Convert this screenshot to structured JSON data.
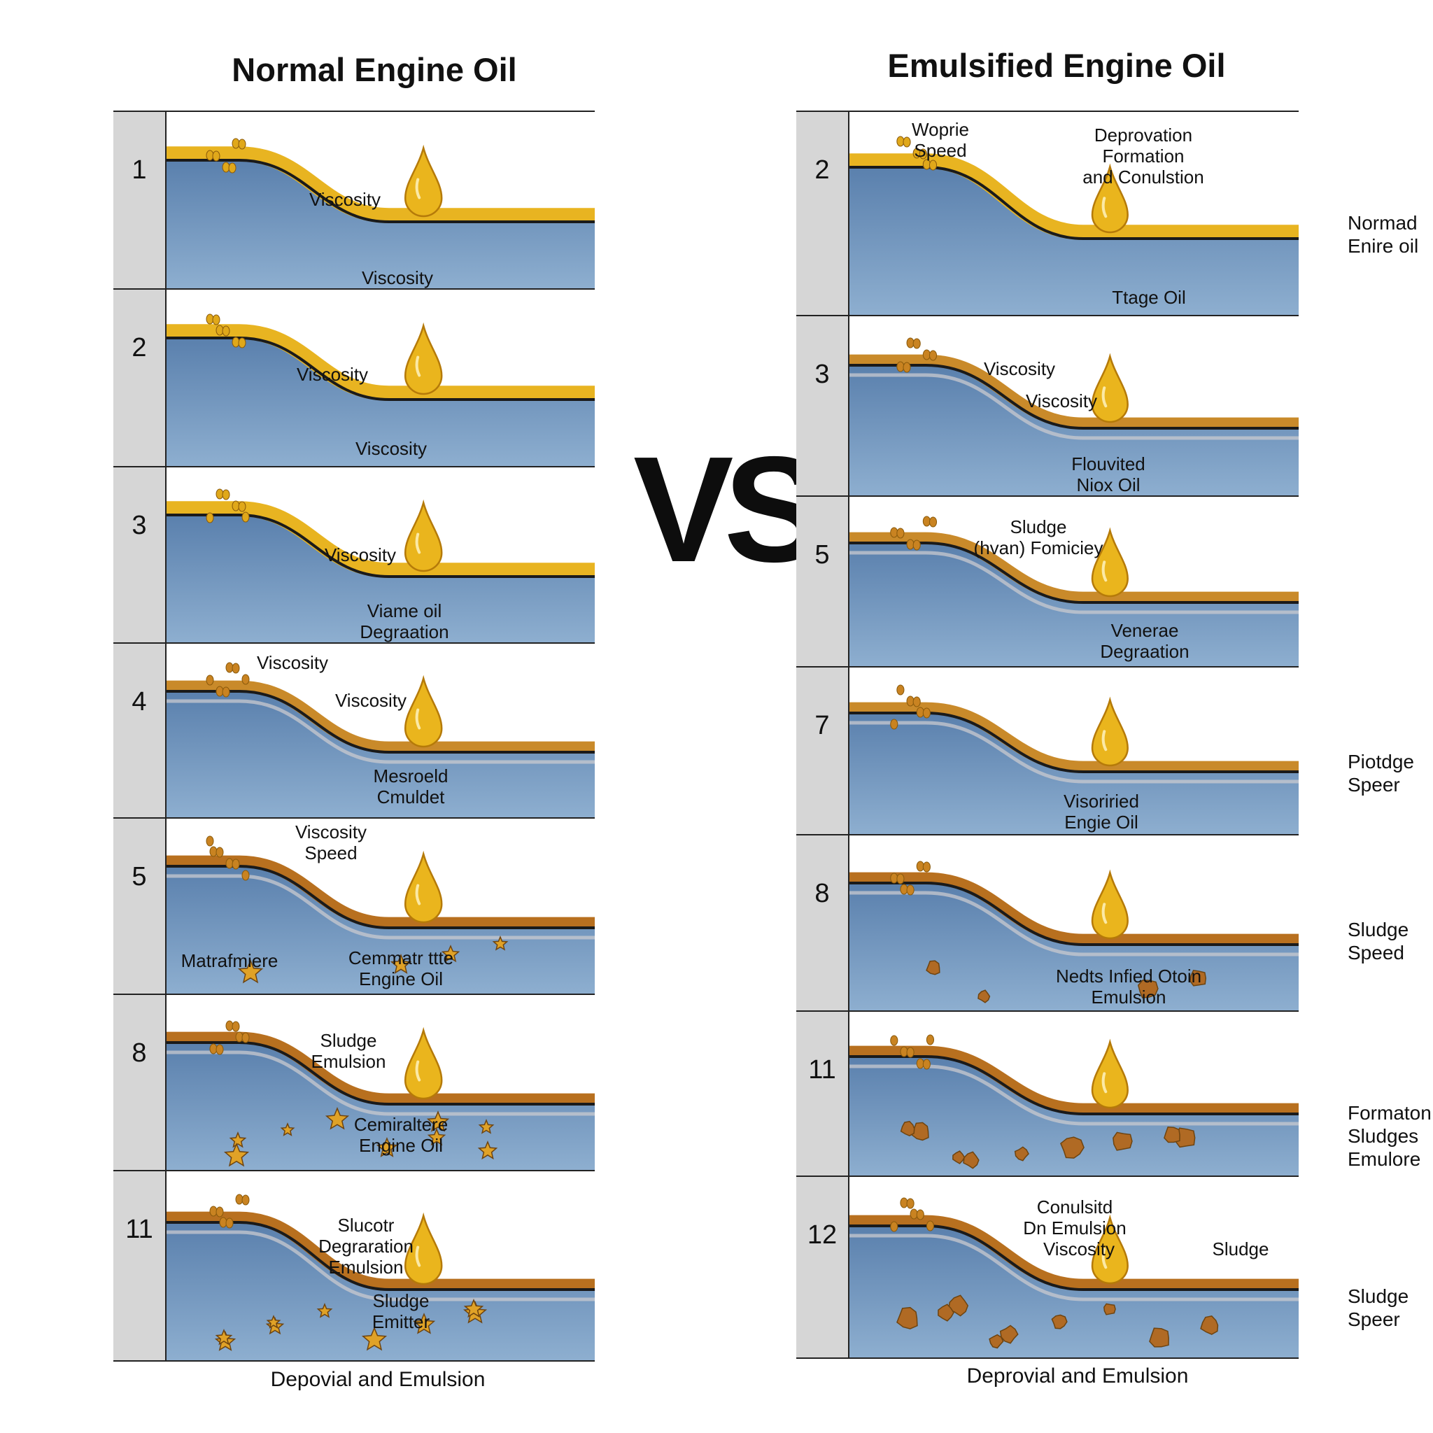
{
  "left": {
    "title": "Normal Engine Oil",
    "footer": "Depovial and Emulsion",
    "panels": [
      {
        "num": "1",
        "labels": [
          "Viscosity",
          "Viscosity"
        ]
      },
      {
        "num": "2",
        "labels": [
          "Viscosity",
          "Viscosity"
        ]
      },
      {
        "num": "3",
        "labels": [
          "Viscosity",
          "Viame oil\nDegraation"
        ]
      },
      {
        "num": "4",
        "labels": [
          "Viscosity",
          "Viscosity",
          "Mesroeld\nCmuldet"
        ]
      },
      {
        "num": "5",
        "labels": [
          "Viscosity\nSpeed",
          "Matrafmiere",
          "Cemmatr ttte\nEngine Oil"
        ]
      },
      {
        "num": "8",
        "labels": [
          "Sludge\nEmulsion",
          "Cemiraltere\nEngine Oil"
        ]
      },
      {
        "num": "11",
        "labels": [
          "Slucotr\nDegraration\nEmulsion",
          "Sludge\nEmitter"
        ]
      }
    ]
  },
  "right": {
    "title": "Emulsified Engine Oil",
    "footer": "Deprovial and Emulsion",
    "panels": [
      {
        "num": "2",
        "labels": [
          "Woprie\nSpeed",
          "Deprovation\nFormation\nand Conulstion",
          "Ttage Oil"
        ]
      },
      {
        "num": "3",
        "labels": [
          "Viscosity",
          "Viscosity",
          "Flouvited\nNiox Oil"
        ],
        "side": "Normad\nEnire oil"
      },
      {
        "num": "5",
        "labels": [
          "Sludge\n(hvan) Fomiciey",
          "Venerae\nDegraation"
        ]
      },
      {
        "num": "7",
        "labels": [
          "Visoriried\nEngie Oil"
        ],
        "side": "Piotdge\nSpeer"
      },
      {
        "num": "8",
        "labels": [
          "Nedts Infied Otoin\nEmulsion"
        ],
        "side": "Sludge\nSpeed"
      },
      {
        "num": "11",
        "labels": [],
        "side": "Formaton\nSludges\nEmulore"
      },
      {
        "num": "12",
        "labels": [
          "Conulsitd\nDn Emulsion",
          "Viscosity",
          "Sludge"
        ],
        "side": "Sludge\nSpeer"
      }
    ]
  },
  "vs": "VS",
  "colors": {
    "water": "#5f86b2",
    "oil": "#e8b421",
    "sludge": "#b8701f",
    "panel_num": "#d6d6d6"
  }
}
